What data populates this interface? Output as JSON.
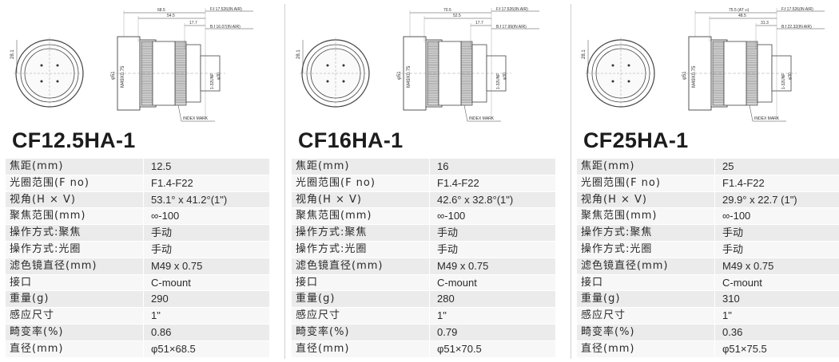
{
  "products": [
    {
      "title": "CF12.5HA-1",
      "dims": {
        "total": "68.5",
        "body": "54.5",
        "flange": "17.7",
        "ff": "F.f  17.526(IN AIR)",
        "bf": "B.f  16.07(IN AIR)",
        "height": "28.1",
        "dia": "φ51",
        "filter": "M49X0.75",
        "mount": "1-32UNF",
        "mountdia": "φ30",
        "index": "INDEX MARK"
      },
      "specs": [
        {
          "k": "焦距(mm)",
          "v": "12.5"
        },
        {
          "k": "光圈范围(F no)",
          "v": "F1.4-F22"
        },
        {
          "k": "视角(H × V)",
          "v": "53.1° x 41.2°(1\")"
        },
        {
          "k": "聚焦范围(mm)",
          "v": "∞-100"
        },
        {
          "k": "操作方式:聚焦",
          "v": "手动"
        },
        {
          "k": "操作方式:光圈",
          "v": "手动"
        },
        {
          "k": "滤色镜直径(mm)",
          "v": "M49 x 0.75"
        },
        {
          "k": "接口",
          "v": "C-mount"
        },
        {
          "k": "重量(g)",
          "v": "290"
        },
        {
          "k": "感应尺寸",
          "v": "1\""
        },
        {
          "k": "畸变率(%)",
          "v": "0.86"
        },
        {
          "k": "直径(mm)",
          "v": "φ51×68.5"
        }
      ]
    },
    {
      "title": "CF16HA-1",
      "dims": {
        "total": "70.5",
        "body": "52.5",
        "flange": "17.7",
        "ff": "F.f  17.526(IN AIR)",
        "bf": "B.f  17.99(IN AIR)",
        "height": "28.1",
        "dia": "φ51",
        "filter": "M49X0.75",
        "mount": "1-32UNF",
        "mountdia": "φ30",
        "index": "INDEX MARK"
      },
      "specs": [
        {
          "k": "焦距(mm)",
          "v": "16"
        },
        {
          "k": "光圈范围(F no)",
          "v": "F1.4-F22"
        },
        {
          "k": "视角(H × V)",
          "v": "42.6° x 32.8°(1\")"
        },
        {
          "k": "聚焦范围(mm)",
          "v": "∞-100"
        },
        {
          "k": "操作方式:聚焦",
          "v": "手动"
        },
        {
          "k": "操作方式:光圈",
          "v": "手动"
        },
        {
          "k": "滤色镜直径(mm)",
          "v": "M49 x 0.75"
        },
        {
          "k": "接口",
          "v": "C-mount"
        },
        {
          "k": "重量(g)",
          "v": "280"
        },
        {
          "k": "感应尺寸",
          "v": "1\""
        },
        {
          "k": "畸变率(%)",
          "v": "0.79"
        },
        {
          "k": "直径(mm)",
          "v": "φ51×70.5"
        }
      ]
    },
    {
      "title": "CF25HA-1",
      "dims": {
        "total": "75.5 (AT ∞)",
        "body": "48.5",
        "flange": "31.3",
        "ff": "F.f  17.526(IN AIR)",
        "bf": "B.f  22.32(IN AIR)",
        "height": "28.1",
        "dia": "φ51",
        "filter": "M49X0.75",
        "mount": "1-32UNF",
        "mountdia": "φ30",
        "index": "INDEX MARK"
      },
      "specs": [
        {
          "k": "焦距(mm)",
          "v": "25"
        },
        {
          "k": "光圈范围(F no)",
          "v": "F1.4-F22"
        },
        {
          "k": "视角(H × V)",
          "v": "29.9° x 22.7 (1\")"
        },
        {
          "k": "聚焦范围(mm)",
          "v": "∞-100"
        },
        {
          "k": "操作方式:聚焦",
          "v": "手动"
        },
        {
          "k": "操作方式:光圈",
          "v": "手动"
        },
        {
          "k": "滤色镜直径(mm)",
          "v": "M49 x 0.75"
        },
        {
          "k": "接口",
          "v": "C-mount"
        },
        {
          "k": "重量(g)",
          "v": "310"
        },
        {
          "k": "感应尺寸",
          "v": "1\""
        },
        {
          "k": "畸变率(%)",
          "v": "0.36"
        },
        {
          "k": "直径(mm)",
          "v": "φ51×75.5"
        }
      ]
    }
  ]
}
